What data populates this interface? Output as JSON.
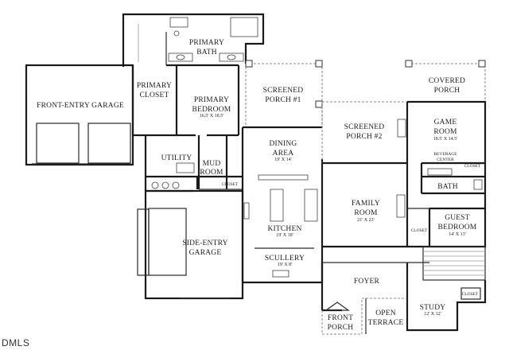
{
  "rooms": {
    "front_garage": "FRONT-ENTRY GARAGE",
    "primary_closet": [
      "PRIMARY",
      "CLOSET"
    ],
    "primary_bath": [
      "PRIMARY",
      "BATH"
    ],
    "primary_bedroom": [
      "PRIMARY",
      "BEDROOM"
    ],
    "primary_bedroom_dim": "16.5' X 18.5'",
    "utility": "UTILITY",
    "mud_room": [
      "MUD",
      "ROOM"
    ],
    "closet_mud": "CLOSET",
    "screened_porch_1": [
      "SCREENED",
      "PORCH #1"
    ],
    "dining_area": [
      "DINING",
      "AREA"
    ],
    "dining_dim": "19' X 14'",
    "screened_porch_2": [
      "SCREENED",
      "PORCH #2"
    ],
    "covered_porch": [
      "COVERED",
      "PORCH"
    ],
    "game_room": [
      "GAME",
      "ROOM"
    ],
    "game_room_dim": "18.5' X 14.5'",
    "beverage_center": [
      "BEVERAGE",
      "CENTER"
    ],
    "closet_game": "CLOSET",
    "bath": "BATH",
    "family_room": [
      "FAMILY",
      "ROOM"
    ],
    "family_dim": "21' X 23'",
    "guest_bedroom": [
      "GUEST",
      "BEDROOM"
    ],
    "guest_dim": "14' X 13'",
    "closet_guest": "CLOSET",
    "side_garage": [
      "SIDE-ENTRY",
      "GARAGE"
    ],
    "kitchen": "KITCHEN",
    "kitchen_dim": "19' X 18'",
    "scullery": "SCULLERY",
    "scullery_dim": "19' X 8'",
    "foyer": "FOYER",
    "front_porch": [
      "FRONT",
      "PORCH"
    ],
    "open_terrace": [
      "OPEN",
      "TERRACE"
    ],
    "study": "STUDY",
    "study_dim": "12' X 12'",
    "closet_study": "CLOSET"
  },
  "watermark": "DMLS"
}
